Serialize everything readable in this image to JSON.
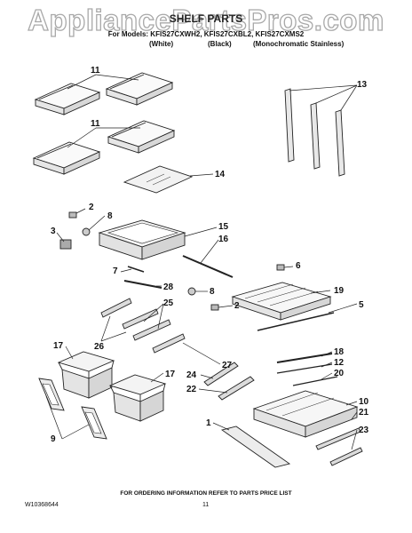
{
  "watermark": "AppliancePartsPros.com",
  "header": {
    "title": "SHELF PARTS",
    "models_line": "For Models: KFIS27CXWH2, KFIS27CXBL2, KFIS27CXMS2",
    "color_white": "(White)",
    "color_black": "(Black)",
    "color_mono": "(Monochromatic Stainless)"
  },
  "callouts": [
    "11",
    "11",
    "13",
    "14",
    "2",
    "8",
    "3",
    "15",
    "16",
    "7",
    "28",
    "6",
    "8",
    "19",
    "2",
    "5",
    "25",
    "26",
    "17",
    "17",
    "18",
    "12",
    "20",
    "24",
    "27",
    "22",
    "1",
    "10",
    "21",
    "23",
    "9"
  ],
  "footer": {
    "notice": "FOR ORDERING INFORMATION REFER TO PARTS PRICE LIST",
    "doc_number": "W10368644",
    "page_number": "11"
  }
}
